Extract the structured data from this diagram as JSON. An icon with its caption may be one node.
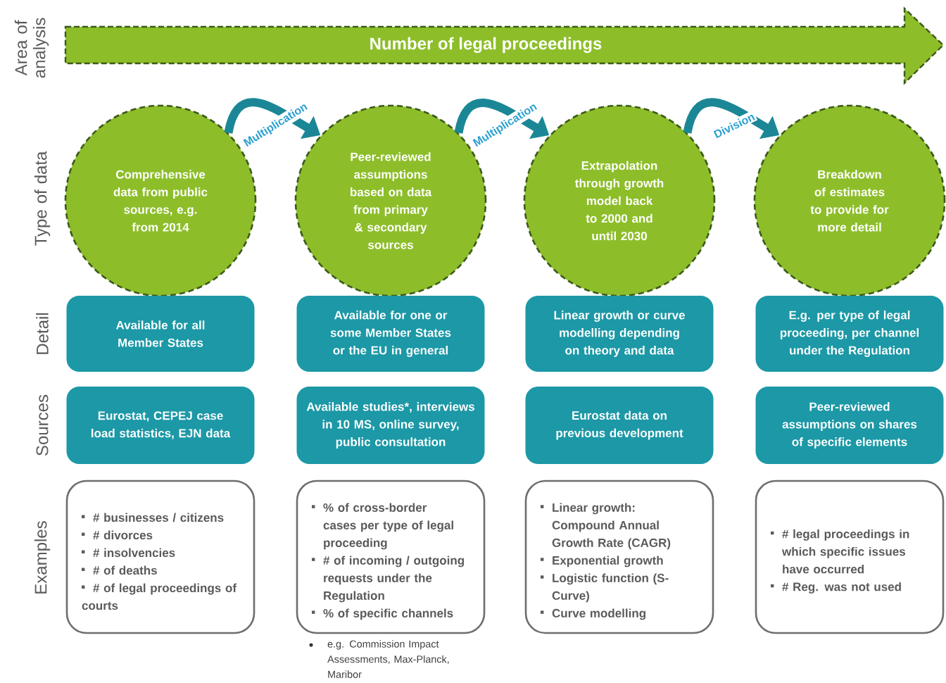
{
  "diagram": {
    "nodes": [
      {
        "text": [
          "Number of legal proceedings"
        ]
      },
      {
        "text": [
          "Comprehensive data from public sources, e.g. from 2014"
        ]
      },
      {
        "text": [
          "Peer-reviewed assumptions based on data from primary & secondary sources"
        ]
      },
      {
        "text": [
          "Extrapolation through growth model back to 2000 and until 2030"
        ]
      },
      {
        "text": [
          "Breakdown of estimates to provide for more detail"
        ]
      },
      {
        "text": [
          "Available for all Member States"
        ]
      },
      {
        "text": [
          "Available for one or some Member States or the EU in general"
        ]
      },
      {
        "text": [
          "Linear growth or curve modelling depending on theory and data"
        ]
      },
      {
        "text": [
          "E.g. per type of legal proceeding, per channel under the Regulation"
        ]
      },
      {
        "text": [
          "Eurostat, CEPEJ case load statistics, EJN data"
        ]
      },
      {
        "text": [
          "Available studies*, interviews in 10 MS, online survey, public consultation"
        ]
      },
      {
        "text": [
          "Eurostat data on previous development"
        ]
      },
      {
        "text": [
          "Peer-reviewed assumptions on shares of specific elements"
        ]
      },
      {
        "text": [
          "# businesses / citizens",
          "# divorces",
          "# insolvencies",
          "# of deaths",
          "# of legal proceedings of courts"
        ]
      },
      {
        "text": [
          "% of cross-border cases per type of legal proceeding",
          "# of incoming / outgoing requests under the Regulation",
          "% of specific channels"
        ]
      },
      {
        "text": [
          "Linear growth: Compound Annual Growth Rate (CAGR)",
          "Exponential growth",
          "Logistic function (S-Curve)",
          "Curve modelling"
        ]
      },
      {
        "text": [
          "# legal proceedings in which specific issues have occurred",
          "# Reg. was not used"
        ]
      }
    ],
    "edges": [
      {
        "from": 1,
        "to": 2,
        "arrow": "to",
        "label": "Multiplication"
      },
      {
        "from": 2,
        "to": 3,
        "arrow": "to",
        "label": "Multiplication"
      },
      {
        "from": 3,
        "to": 4,
        "arrow": "to",
        "label": "Division"
      }
    ],
    "labels": [
      "Area of analysis",
      "Type of data",
      "Detail",
      "Sources",
      "Examples",
      "e.g. Commission Impact Assessments, Max-Planck, Maribor"
    ]
  }
}
